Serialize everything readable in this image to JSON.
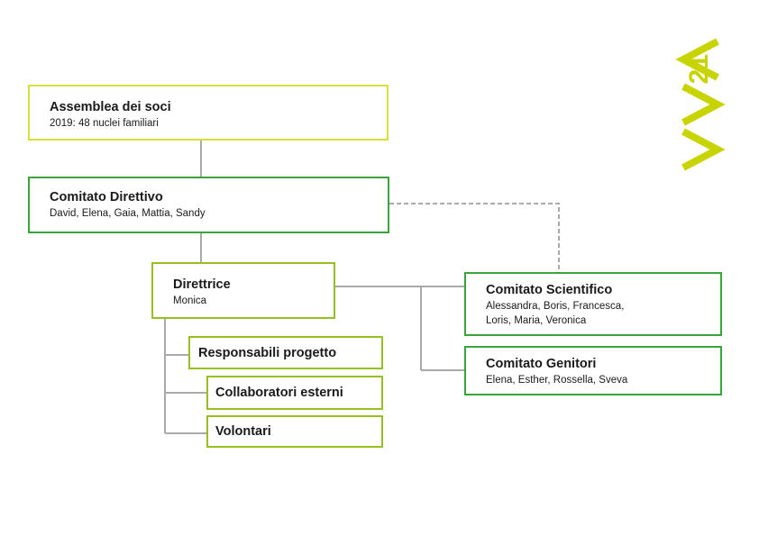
{
  "assemblea": {
    "title": "Assemblea dei soci",
    "subtitle": "2019: 48 nuclei familiari"
  },
  "direttivo": {
    "title": "Comitato Direttivo",
    "members": "David, Elena, Gaia, Mattia, Sandy"
  },
  "direttrice": {
    "title": "Direttrice",
    "name": "Monica"
  },
  "scientifico": {
    "title": "Comitato Scientifico",
    "members_line1": "Alessandra, Boris, Francesca,",
    "members_line2": "Loris, Maria, Veronica"
  },
  "genitori": {
    "title": "Comitato Genitori",
    "members": "Elena, Esther, Rossella, Sveva"
  },
  "staff": {
    "responsabili": "Responsabili progetto",
    "collaboratori": "Collaboratori esterni",
    "volontari": "Volontari"
  },
  "logo": {
    "text": "AVV21"
  },
  "colors": {
    "yellow_border": "#d9df3c",
    "green_border": "#3aa33c",
    "lime_border": "#94c11f",
    "connector": "#aaaaaa",
    "logo": "#c8d400"
  }
}
